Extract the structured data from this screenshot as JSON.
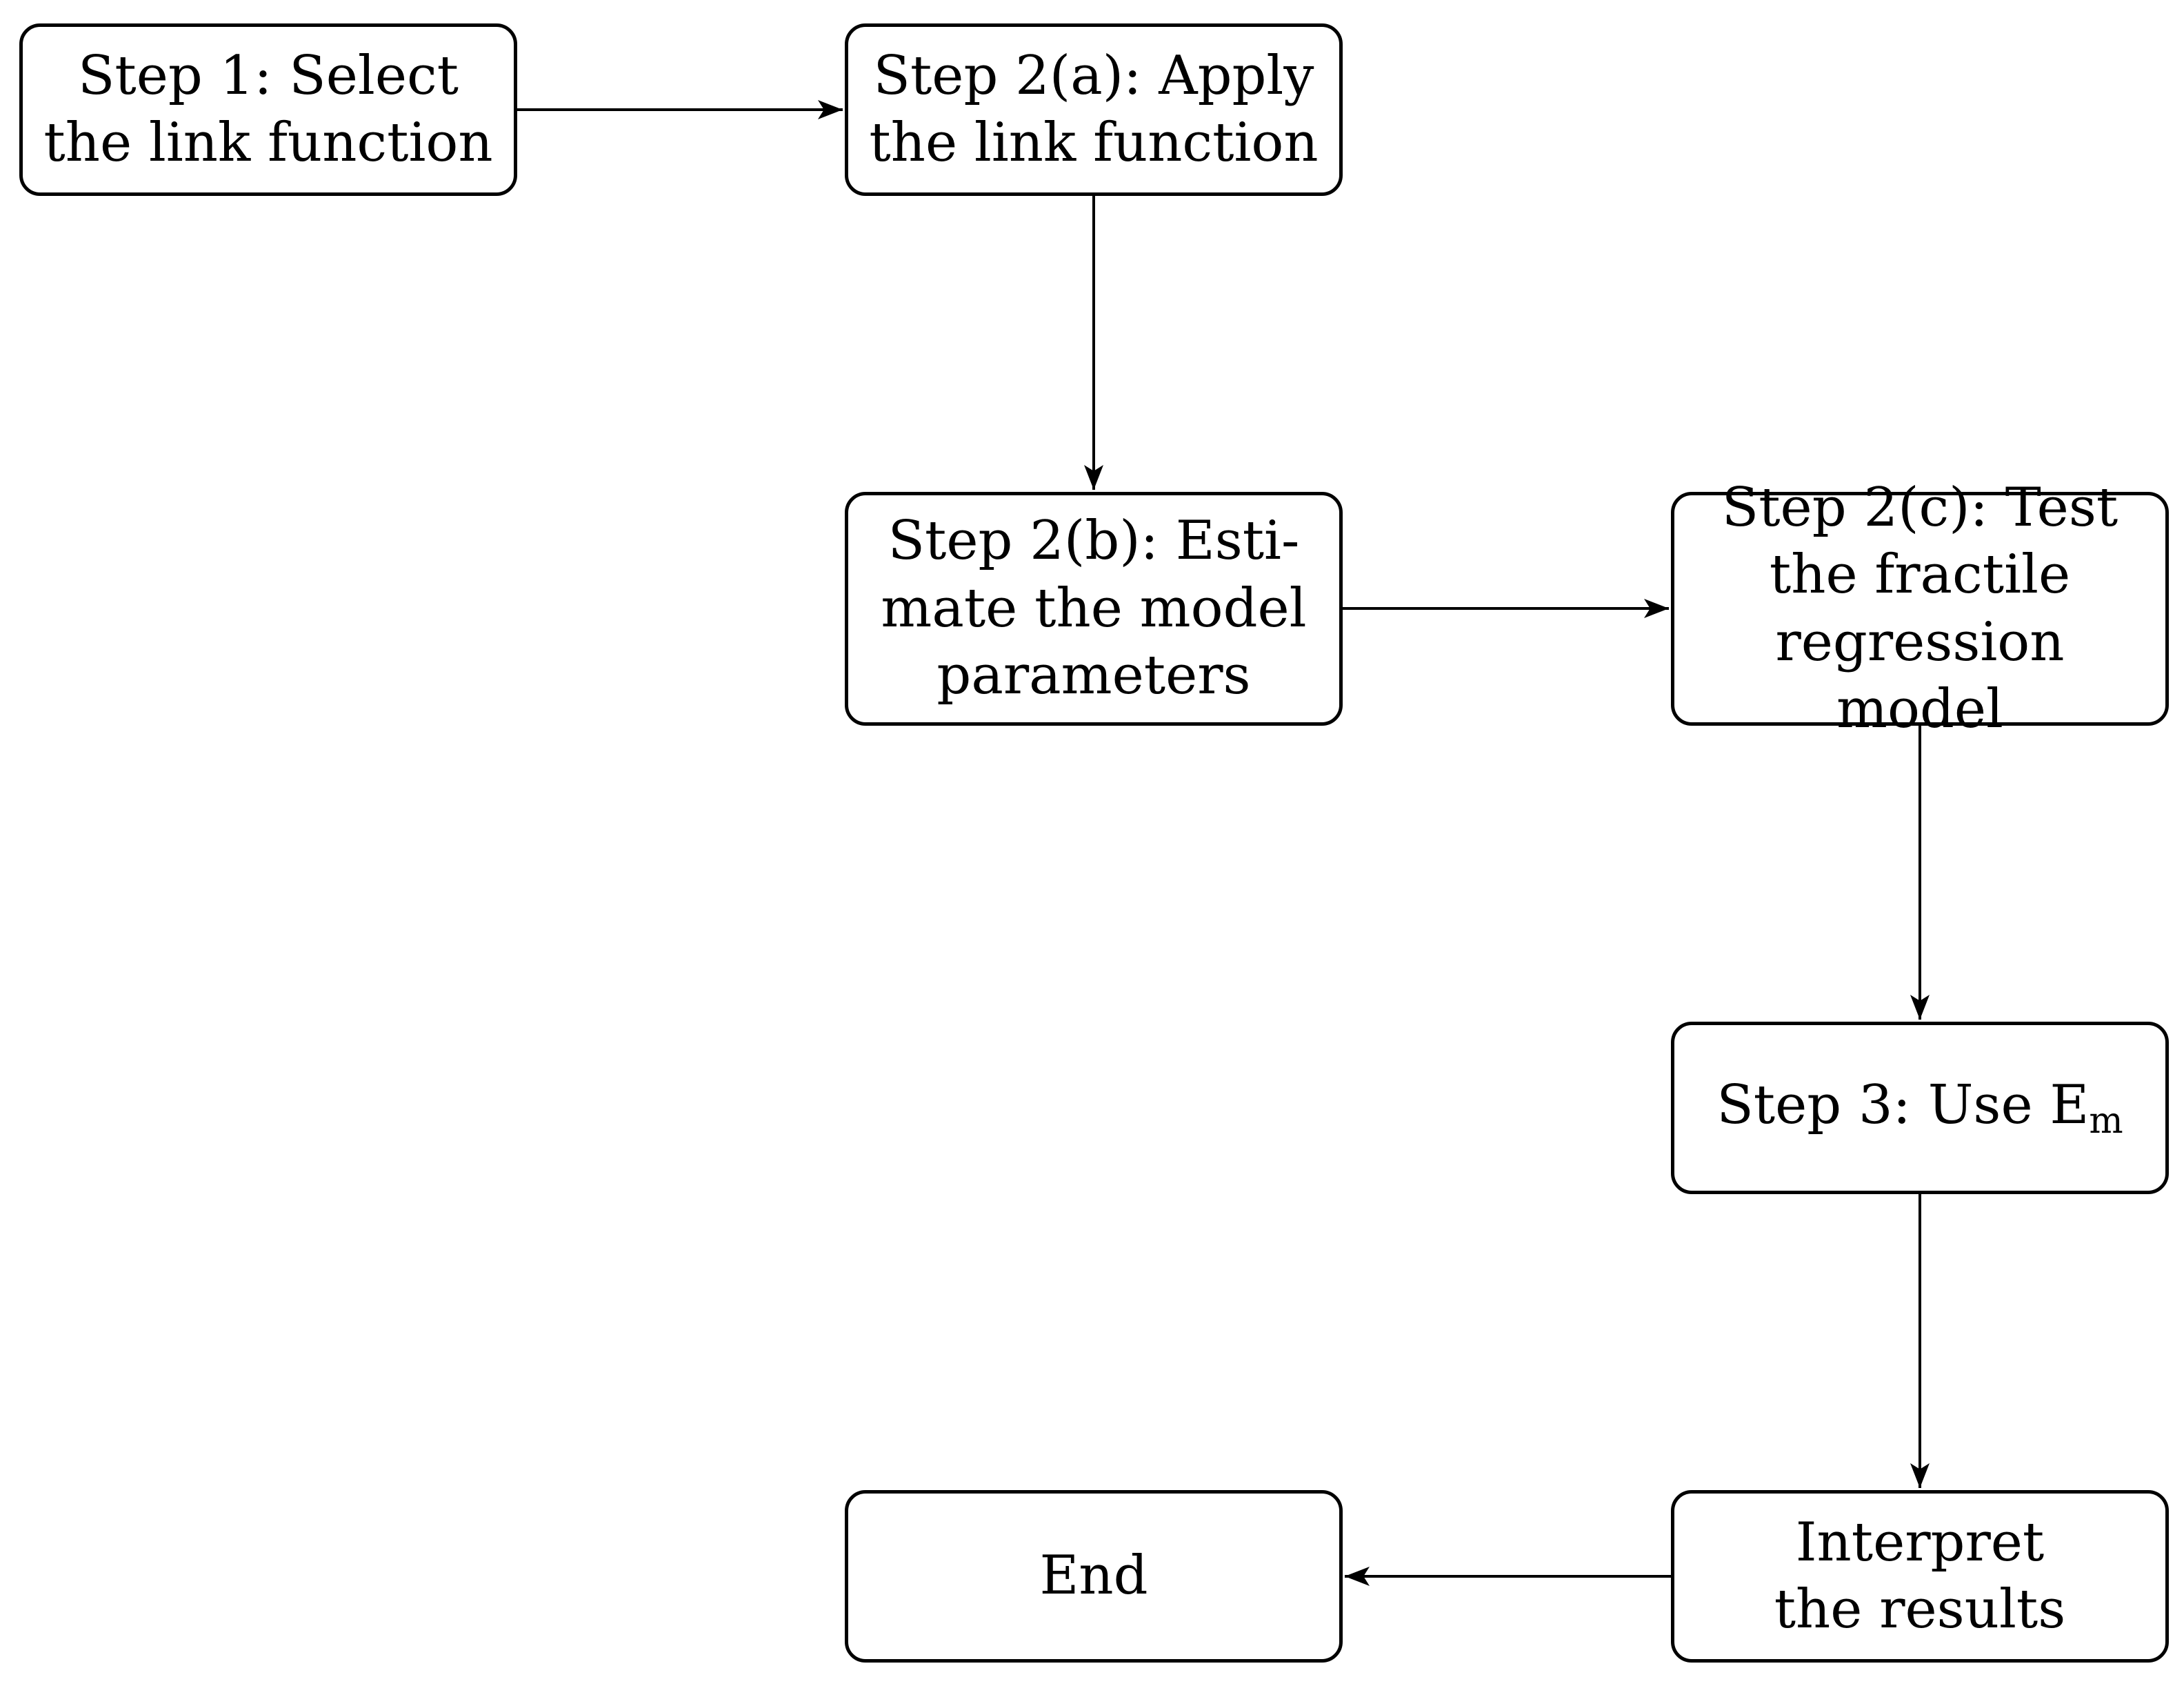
{
  "nodes": {
    "step1": {
      "text": "Step 1:  Select\nthe link function"
    },
    "step2a": {
      "text": "Step 2(a):  Apply\nthe link function"
    },
    "step2b": {
      "text": "Step 2(b):  Esti-\nmate the model\nparameters"
    },
    "step2c": {
      "text": "Step 2(c):  Test\nthe fractile\nregression model"
    },
    "step3": {
      "text": "Step 3:  Use E",
      "subscript": "m"
    },
    "interpret": {
      "text": "Interpret\nthe results"
    },
    "end": {
      "text": "End"
    }
  },
  "edges": [
    {
      "from": "step1",
      "to": "step2a"
    },
    {
      "from": "step2a",
      "to": "step2b"
    },
    {
      "from": "step2b",
      "to": "step2c"
    },
    {
      "from": "step2c",
      "to": "step3"
    },
    {
      "from": "step3",
      "to": "interpret"
    },
    {
      "from": "interpret",
      "to": "end"
    }
  ]
}
